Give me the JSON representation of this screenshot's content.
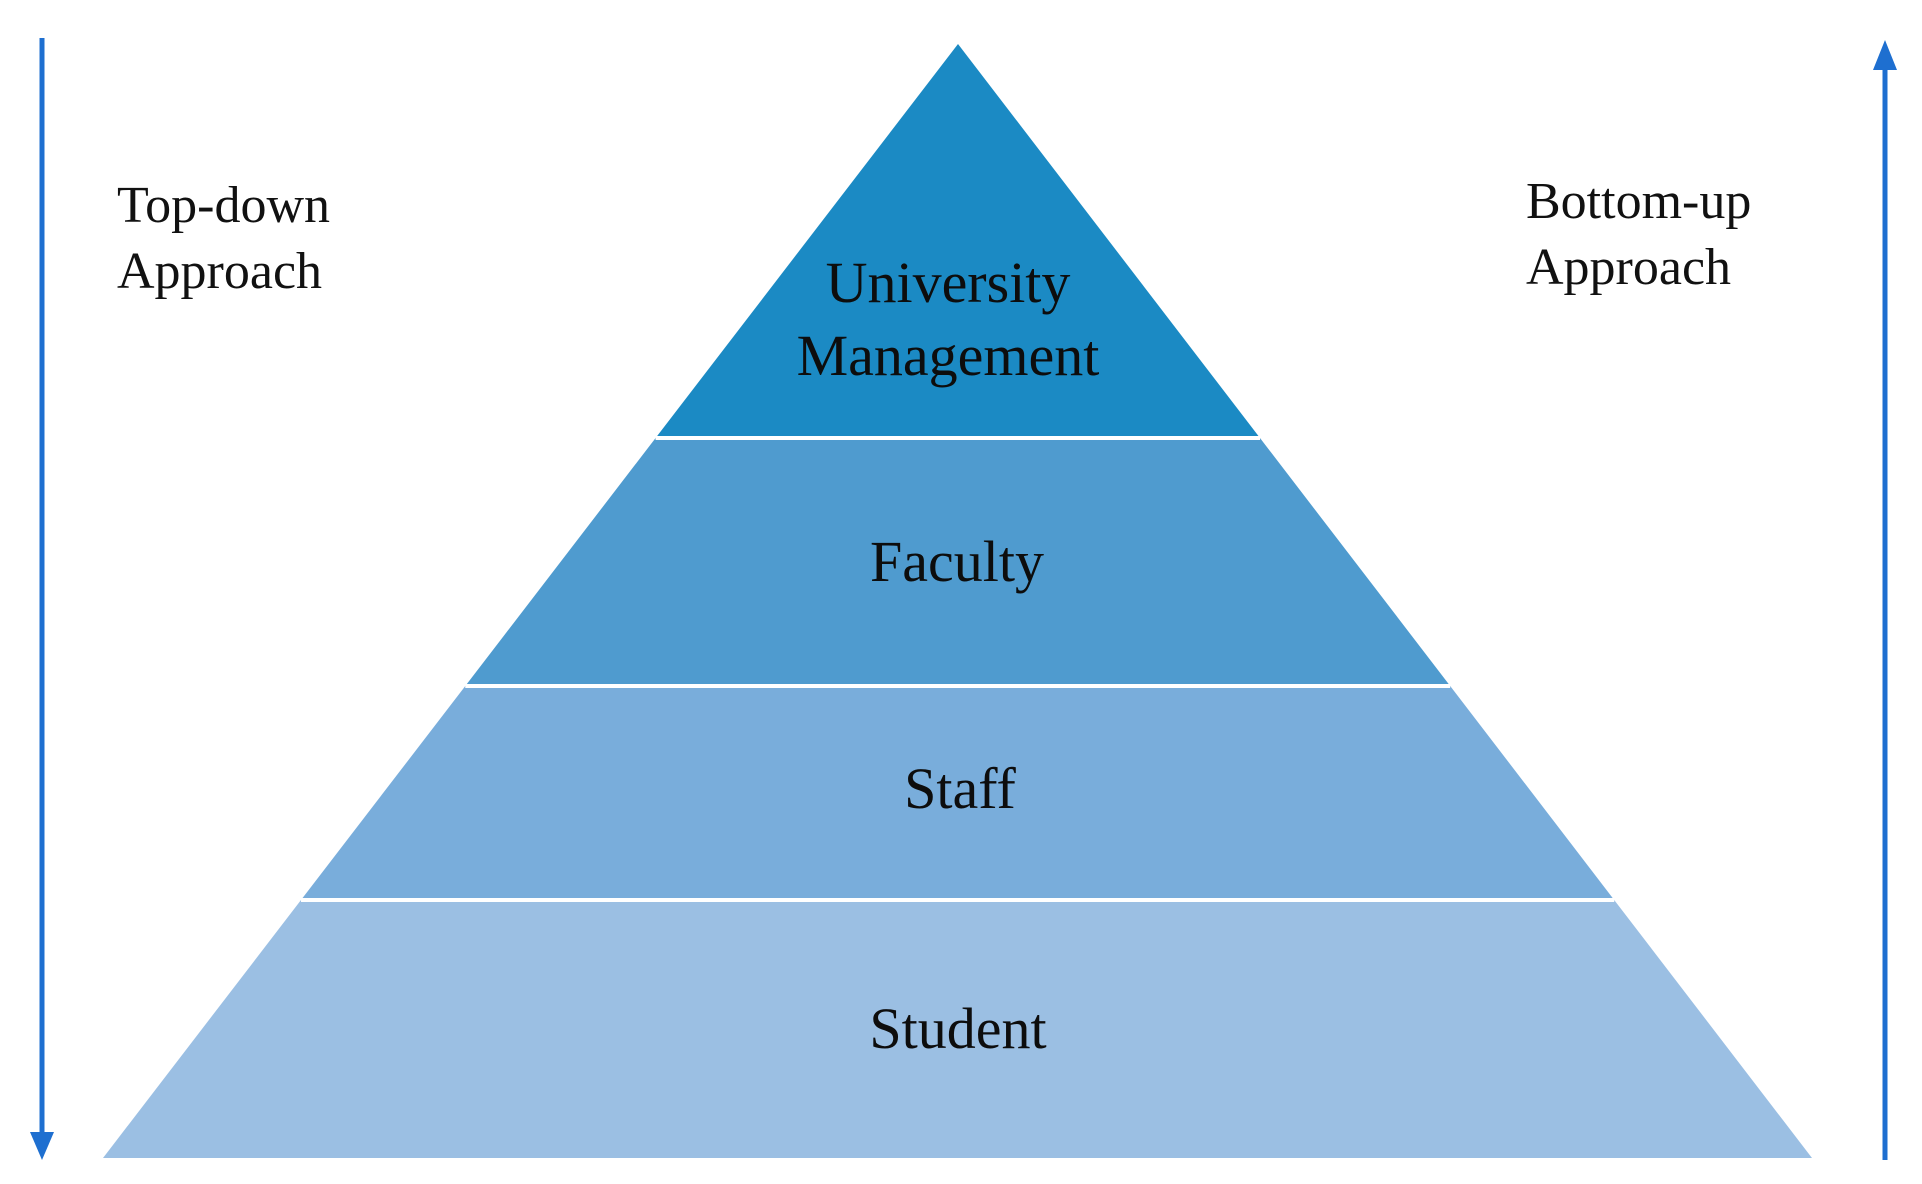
{
  "left_label": {
    "line1": "Top-down",
    "line2": "Approach"
  },
  "right_label": {
    "line1": "Bottom-up",
    "line2": "Approach"
  },
  "pyramid": {
    "tiers": [
      {
        "lines": [
          "University",
          "Management"
        ],
        "color": "#1b8ac4"
      },
      {
        "lines": [
          "Faculty"
        ],
        "color": "#4f9bcf"
      },
      {
        "lines": [
          "Staff"
        ],
        "color": "#79addb"
      },
      {
        "lines": [
          "Student"
        ],
        "color": "#9bbfe3"
      }
    ]
  },
  "colors": {
    "arrow": "#1e6fd0",
    "tier_divider": "#ffffff"
  }
}
